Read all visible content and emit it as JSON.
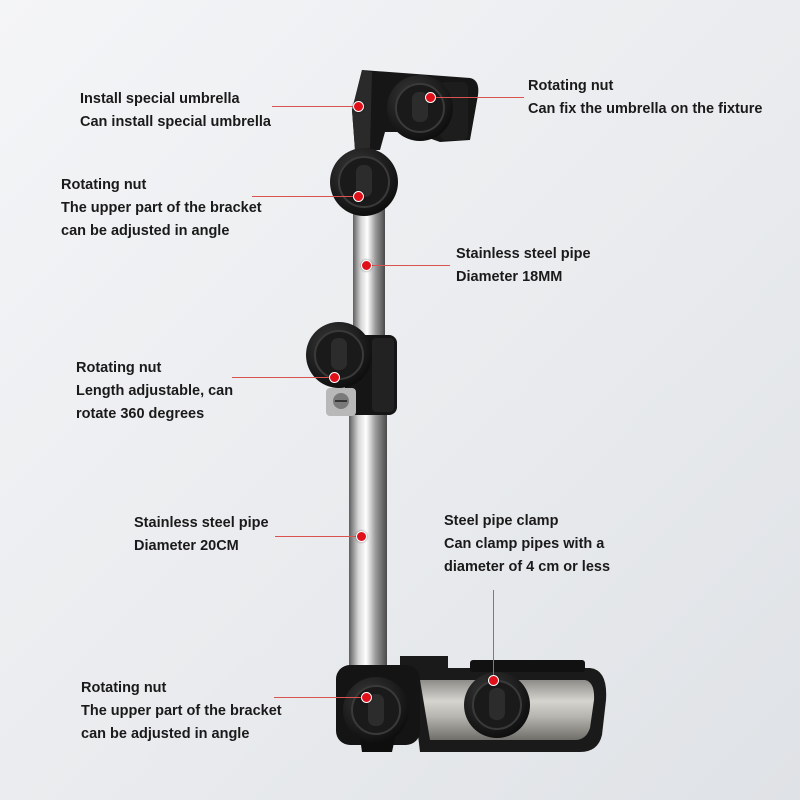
{
  "callouts": [
    {
      "title": "Install special umbrella",
      "lines": [
        "Can install special umbrella"
      ]
    },
    {
      "title": "Rotating nut",
      "lines": [
        "Can fix the umbrella on the fixture"
      ]
    },
    {
      "title": "Rotating nut",
      "lines": [
        "The upper part of the bracket",
        "can be adjusted in angle"
      ]
    },
    {
      "title": "Stainless steel pipe",
      "lines": [
        "Diameter 18MM"
      ]
    },
    {
      "title": "Rotating nut",
      "lines": [
        "Length adjustable, can",
        "rotate 360 degrees"
      ]
    },
    {
      "title": "Stainless steel pipe",
      "lines": [
        "Diameter 20CM"
      ]
    },
    {
      "title": "Steel pipe clamp",
      "lines": [
        "Can clamp pipes with a",
        "diameter of 4 cm or less"
      ]
    },
    {
      "title": "Rotating nut",
      "lines": [
        "The upper part of the bracket",
        "can be adjusted in angle"
      ]
    }
  ],
  "colors": {
    "marker": "#e0101a",
    "leader_line": "#d9534f",
    "text": "#1a1a1a",
    "background": "#eceef1"
  }
}
